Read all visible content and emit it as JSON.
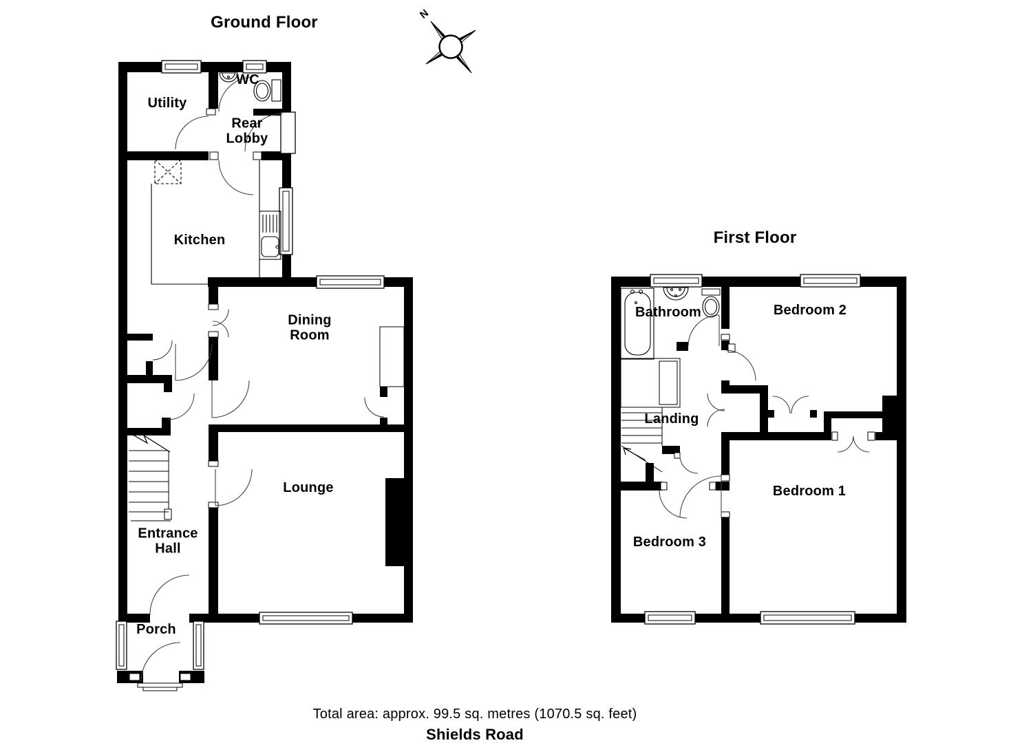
{
  "titles": {
    "ground_floor": "Ground Floor",
    "first_floor": "First Floor"
  },
  "compass": {
    "north_label": "N"
  },
  "ground_floor": {
    "rooms": {
      "utility": "Utility",
      "wc": "WC",
      "rear_lobby": "Rear\nLobby",
      "kitchen": "Kitchen",
      "dining_room": "Dining\nRoom",
      "lounge": "Lounge",
      "entrance_hall": "Entrance\nHall",
      "porch": "Porch"
    }
  },
  "first_floor": {
    "rooms": {
      "bathroom": "Bathroom",
      "bedroom_2": "Bedroom 2",
      "landing": "Landing",
      "bedroom_1": "Bedroom 1",
      "bedroom_3": "Bedroom 3"
    }
  },
  "footer": {
    "total_area": "Total area: approx. 99.5 sq. metres (1070.5 sq. feet)",
    "street_name": "Shields Road"
  },
  "colors": {
    "walls": "#000000",
    "background": "#ffffff"
  }
}
